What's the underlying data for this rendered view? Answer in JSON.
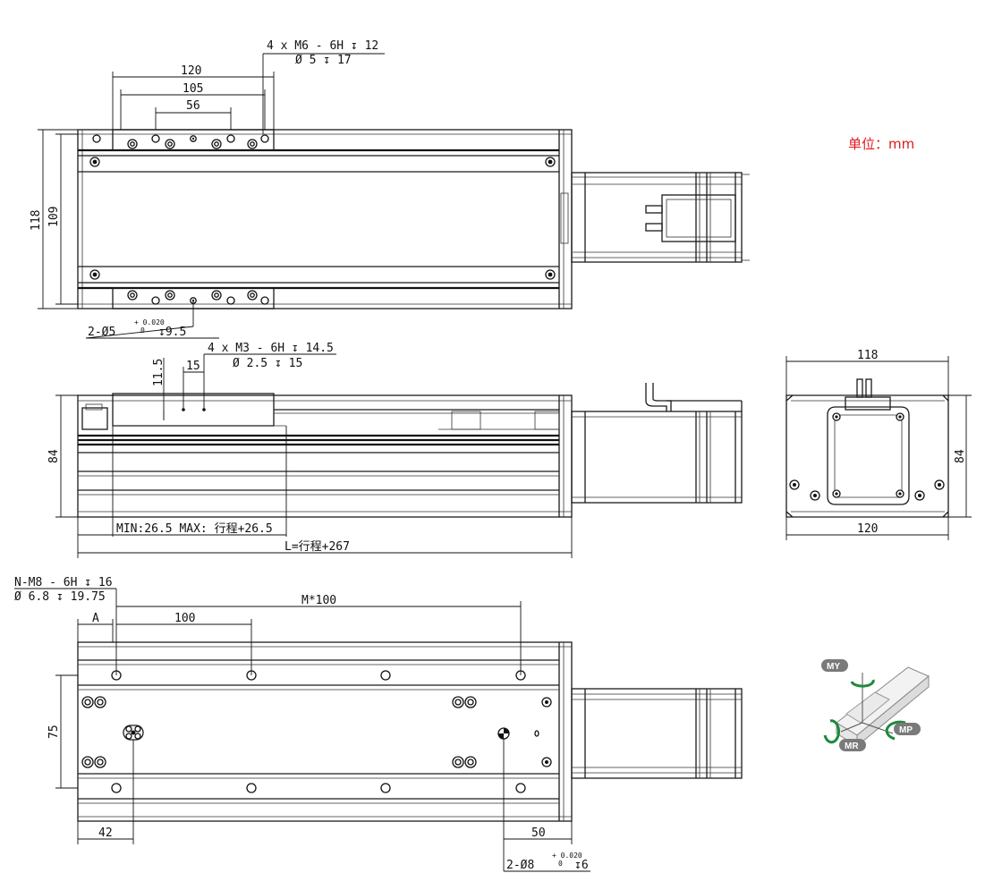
{
  "unit_label": "单位：mm",
  "top_view": {
    "dim_120": "120",
    "dim_105": "105",
    "dim_56": "56",
    "dim_118": "118",
    "dim_109": "109",
    "callout_mount_1": "4 x  M6 - 6H ↧ 12",
    "callout_mount_2": "Ø  5 ↧ 17",
    "callout_pin_main": "2-Ø5",
    "callout_pin_tol_upper": "+ 0.020",
    "callout_pin_tol_lower": "0",
    "callout_pin_depth": "↧9.5"
  },
  "side_view": {
    "dim_84": "84",
    "dim_11_5": "11.5",
    "dim_15": "15",
    "callout_m3_1": "4 x  M3 - 6H ↧ 14.5",
    "callout_m3_2": "Ø 2.5 ↧ 15",
    "stroke_range": "MIN:26.5  MAX: 行程+26.5",
    "total_length": "L=行程+267"
  },
  "end_view": {
    "dim_118": "118",
    "dim_84": "84",
    "dim_120": "120"
  },
  "bottom_view": {
    "callout_m8_1": "N-M8 - 6H ↧ 16",
    "callout_m8_2": "Ø 6.8 ↧ 19.75",
    "dim_a": "A",
    "dim_100": "100",
    "dim_m100": "M*100",
    "dim_75": "75",
    "dim_42": "42",
    "dim_50": "50",
    "callout_pin_main": "2-Ø8",
    "callout_pin_tol_upper": "+ 0.020",
    "callout_pin_tol_lower": "0",
    "callout_pin_depth": "↧6"
  },
  "moment_diagram": {
    "my": "MY",
    "mr": "MR",
    "mp": "MP",
    "accent_color": "#1e8a3a",
    "badge_color": "#7a7a7a"
  }
}
